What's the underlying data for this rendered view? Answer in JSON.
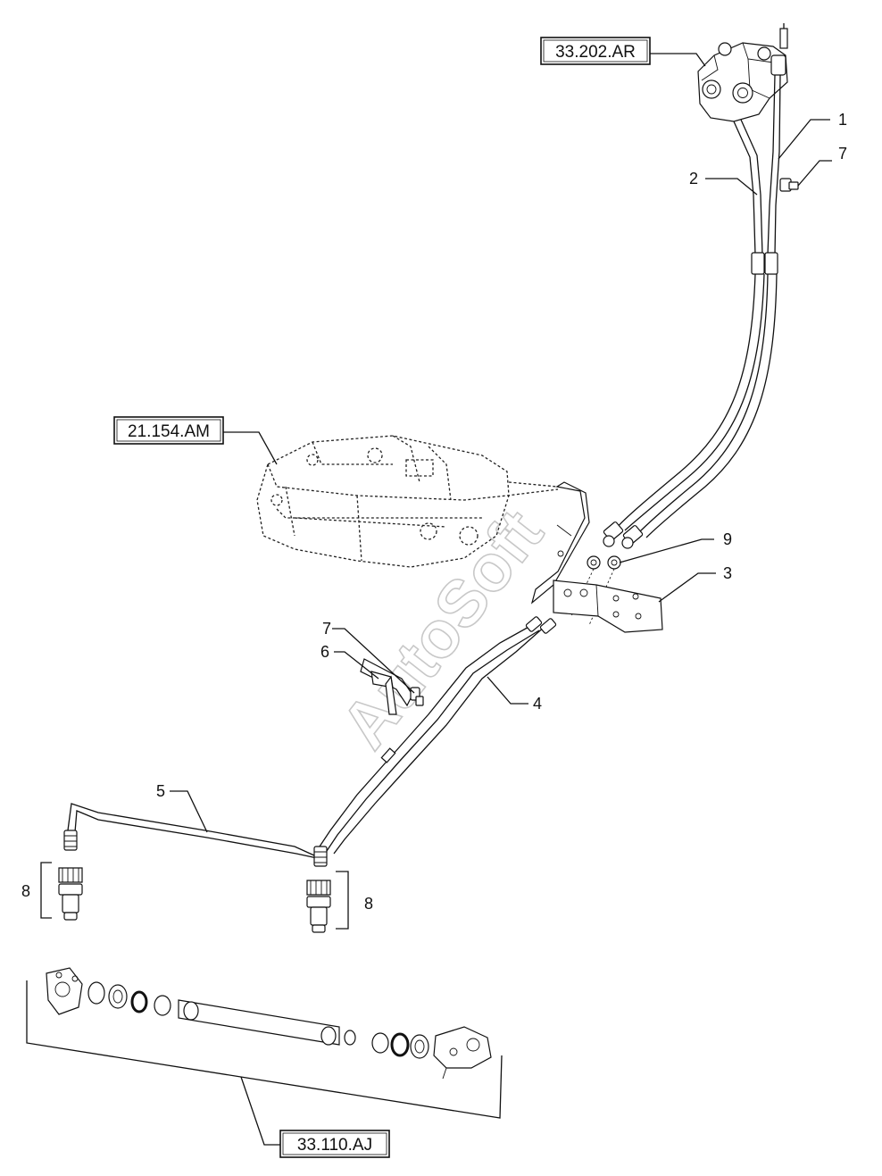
{
  "references": {
    "top_right": "33.202.AR",
    "middle_left": "21.154.AM",
    "bottom": "33.110.AJ"
  },
  "callouts": {
    "c1": "1",
    "c2": "2",
    "c3": "3",
    "c4": "4",
    "c5": "5",
    "c6": "6",
    "c7_top": "7",
    "c7_mid": "7",
    "c8_left": "8",
    "c8_right": "8",
    "c9": "9"
  },
  "watermark": "AutoSoft"
}
